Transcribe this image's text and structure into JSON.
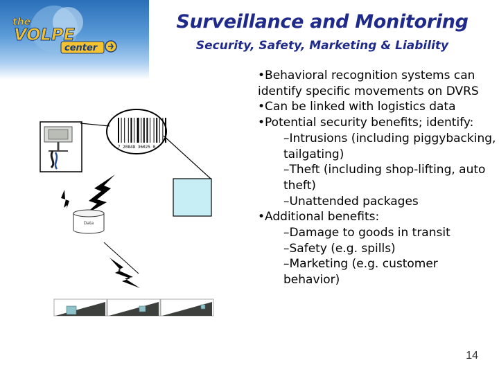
{
  "logo": {
    "line1": "the",
    "line2": "VOLPE",
    "line3": "center"
  },
  "title": "Surveillance and Monitoring",
  "subtitle": "Security, Safety, Marketing & Liability",
  "bullets": [
    {
      "level": 1,
      "text": "•Behavioral recognition systems can identify specific movements on DVRS"
    },
    {
      "level": 1,
      "text": "•Can be linked with logistics data"
    },
    {
      "level": 1,
      "text": "•Potential security benefits; identify:"
    },
    {
      "level": 2,
      "text": "–Intrusions (including piggybacking, tailgating)"
    },
    {
      "level": 2,
      "text": "–Theft (including shop-lifting, auto theft)"
    },
    {
      "level": 2,
      "text": "–Unattended packages"
    },
    {
      "level": 1,
      "text": "•Additional benefits:"
    },
    {
      "level": 2,
      "text": "–Damage to goods in transit"
    },
    {
      "level": 2,
      "text": "–Safety (e.g. spills)"
    },
    {
      "level": 2,
      "text": "–Marketing (e.g. customer behavior)"
    }
  ],
  "diagram": {
    "barcode_number": "7 20848 36025 0",
    "database_label": "Data"
  },
  "page_number": "14"
}
